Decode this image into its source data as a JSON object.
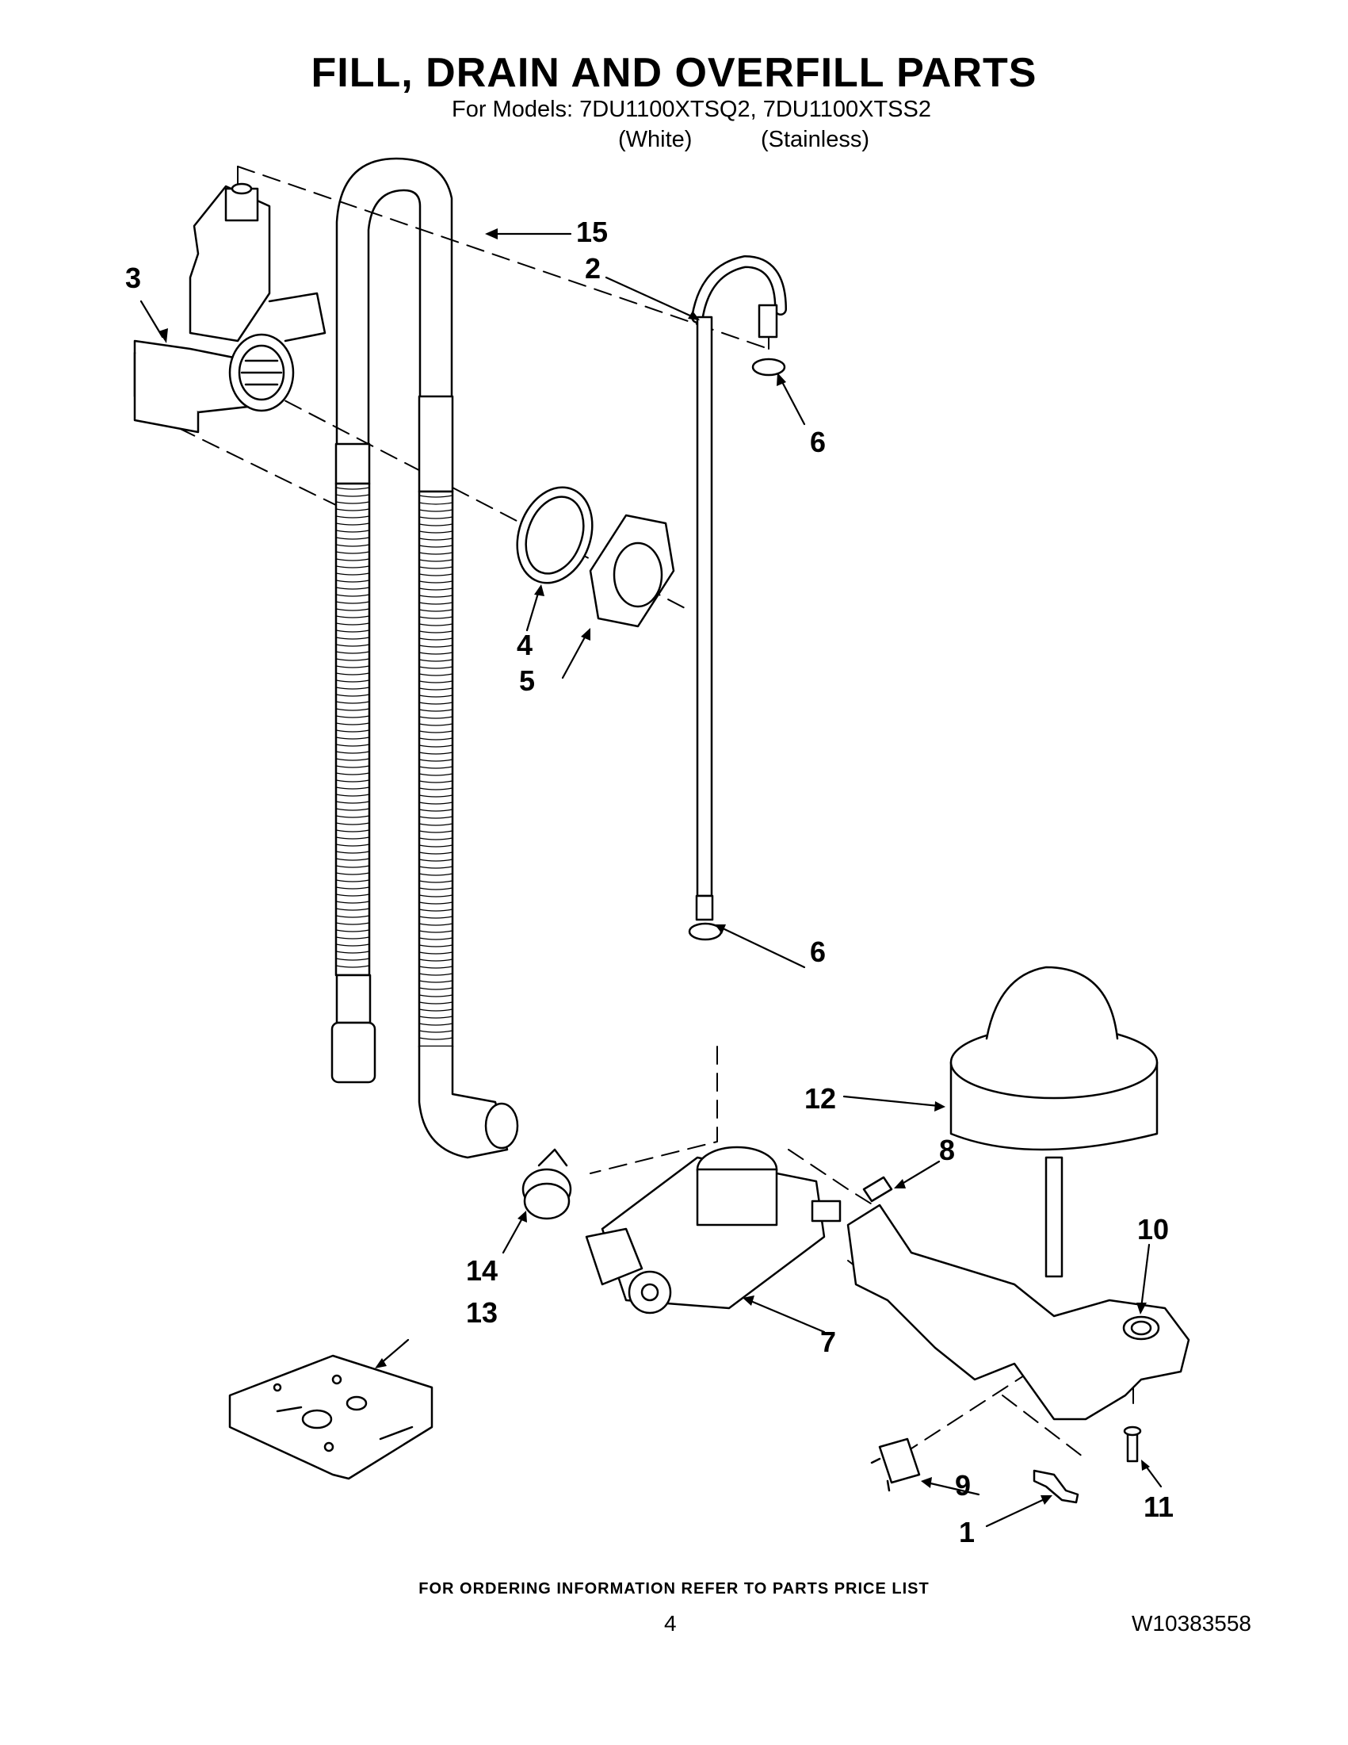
{
  "header": {
    "title": "FILL, DRAIN AND OVERFILL PARTS",
    "models_line": "For Models: 7DU1100XTSQ2, 7DU1100XTSS2",
    "variant_white": "(White)",
    "variant_stainless": "(Stainless)"
  },
  "callouts": [
    "15",
    "3",
    "2",
    "6",
    "4",
    "5",
    "6",
    "12",
    "8",
    "10",
    "14",
    "7",
    "13",
    "9",
    "1",
    "11"
  ],
  "footer": {
    "ordering_note": "FOR ORDERING INFORMATION REFER TO PARTS PRICE LIST",
    "page_number": "4",
    "document_number": "W10383558"
  }
}
